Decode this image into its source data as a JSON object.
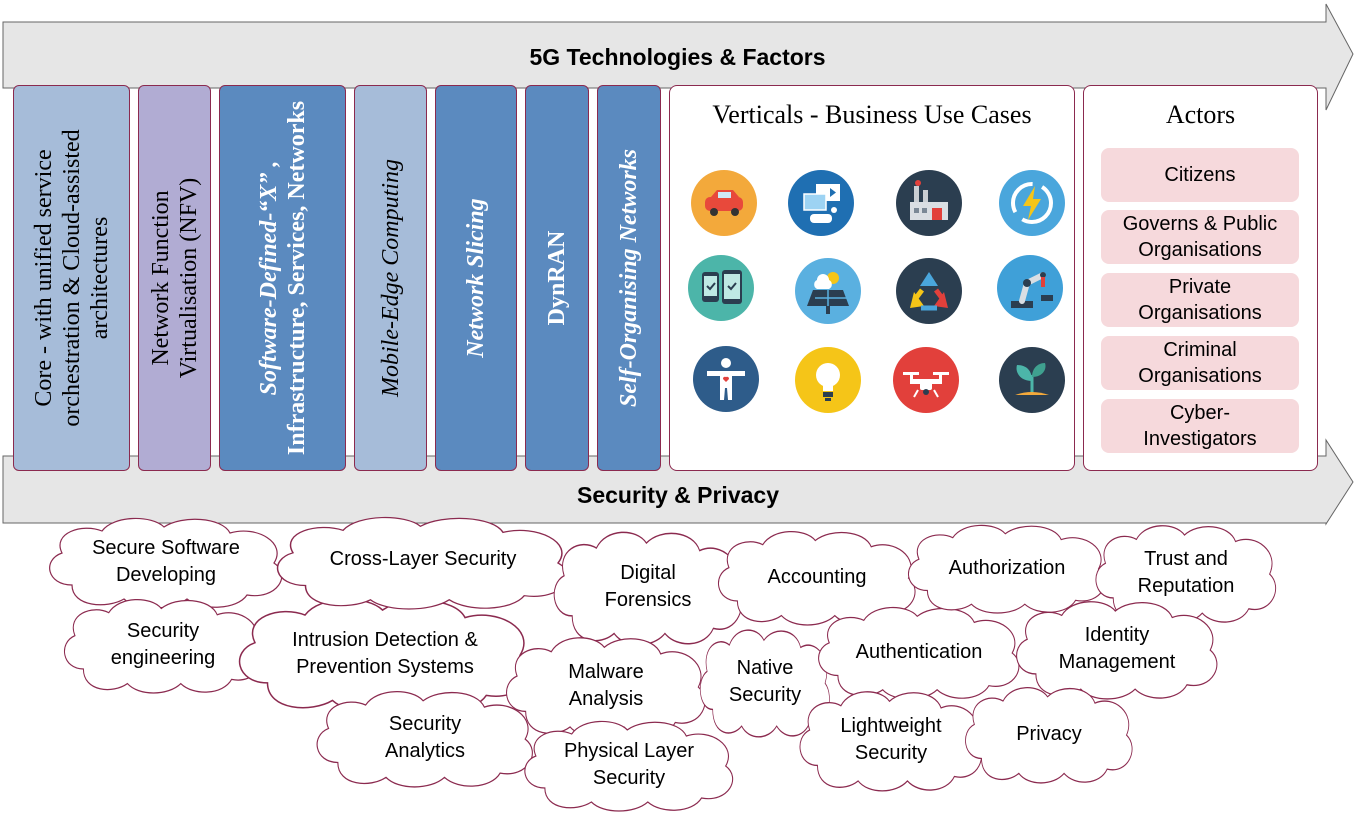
{
  "top_banner": {
    "title": "5G Technologies & Factors"
  },
  "columns": [
    {
      "label": "Core - with unified service orchestration & Cloud-assisted architectures",
      "color": "#a6bcd9",
      "text_color": "#000000",
      "italic": false
    },
    {
      "label": "Network Function Virtualisation (NFV)",
      "color": "#b1acd3",
      "text_color": "#000000",
      "italic": false
    },
    {
      "label_italic": "Software-Defined-“X” ,",
      "label": "Infrastructure, Services, Networks",
      "color": "#5b8abf",
      "text_color": "#ffffff",
      "italic": false
    },
    {
      "label": "Mobile-Edge Computing",
      "color": "#a6bcd9",
      "text_color": "#000000",
      "italic": true
    },
    {
      "label": "Network Slicing",
      "color": "#5b8abf",
      "text_color": "#ffffff",
      "italic": true
    },
    {
      "label": "DynRAN",
      "color": "#5b8abf",
      "text_color": "#ffffff",
      "italic": false
    },
    {
      "label": "Self-Organising Networks",
      "color": "#5b8abf",
      "text_color": "#ffffff",
      "italic": true
    }
  ],
  "verticals": {
    "title": "Verticals - Business Use Cases",
    "icons": [
      {
        "name": "car-icon",
        "bg": "#f3a93b"
      },
      {
        "name": "media-gaming-icon",
        "bg": "#1f6fb2"
      },
      {
        "name": "factory-icon",
        "bg": "#2b3e50"
      },
      {
        "name": "energy-icon",
        "bg": "#4aa6dc"
      },
      {
        "name": "devices-icon",
        "bg": "#4cb5a9"
      },
      {
        "name": "solar-panel-icon",
        "bg": "#5ab0e0"
      },
      {
        "name": "recycling-icon",
        "bg": "#2b3e50"
      },
      {
        "name": "robot-arm-icon",
        "bg": "#3fa0d8"
      },
      {
        "name": "health-person-icon",
        "bg": "#2e5c8a"
      },
      {
        "name": "light-bulb-icon",
        "bg": "#f5c518"
      },
      {
        "name": "drone-icon",
        "bg": "#e2403b"
      },
      {
        "name": "plant-icon",
        "bg": "#2b3e50"
      }
    ]
  },
  "actors": {
    "title": "Actors",
    "items": [
      "Citizens",
      "Governs & Public Organisations",
      "Private Organisations",
      "Criminal Organisations",
      "Cyber-Investigators"
    ]
  },
  "bottom_banner": {
    "title": "Security & Privacy"
  },
  "clouds": [
    "Secure Software Developing",
    "Cross-Layer Security",
    "Digital Forensics",
    "Accounting",
    "Authorization",
    "Trust and Reputation",
    "Security engineering",
    "Intrusion Detection & Prevention Systems",
    "Malware Analysis",
    "Native Security",
    "Authentication",
    "Identity Management",
    "Security Analytics",
    "Physical Layer Security",
    "Lightweight Security",
    "Privacy"
  ]
}
